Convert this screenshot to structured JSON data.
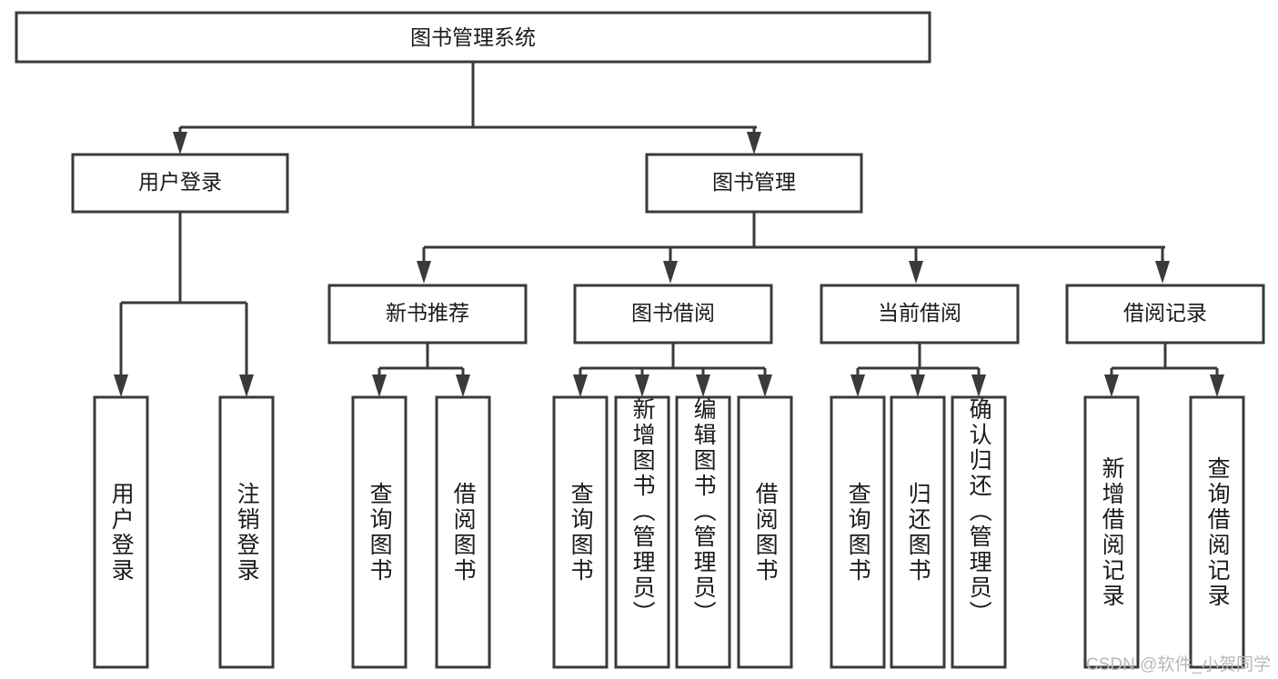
{
  "diagram": {
    "title": "图书管理系统",
    "type": "tree-hierarchy-diagram",
    "colors": {
      "stroke": "#3a3a3a",
      "box_fill": "#ffffff",
      "text": "#1a1a1a",
      "background": "#ffffff",
      "watermark": "#b8b8b8"
    },
    "root": {
      "label": "图书管理系统"
    },
    "level2": [
      {
        "label": "用户登录"
      },
      {
        "label": "图书管理"
      }
    ],
    "level3": [
      {
        "label": "新书推荐"
      },
      {
        "label": "图书借阅"
      },
      {
        "label": "当前借阅"
      },
      {
        "label": "借阅记录"
      }
    ],
    "leaves": {
      "user_login": [
        {
          "label": "用户登录"
        },
        {
          "label": "注销登录"
        }
      ],
      "new_book_recommend": [
        {
          "label": "查询图书"
        },
        {
          "label": "借阅图书"
        }
      ],
      "book_borrow": [
        {
          "label": "查询图书"
        },
        {
          "label": "新增图书（管理员）"
        },
        {
          "label": "编辑图书（管理员）"
        },
        {
          "label": "借阅图书"
        }
      ],
      "current_borrow": [
        {
          "label": "查询图书"
        },
        {
          "label": "归还图书"
        },
        {
          "label": "确认归还（管理员）"
        }
      ],
      "borrow_record": [
        {
          "label": "新增借阅记录"
        },
        {
          "label": "查询借阅记录"
        }
      ]
    },
    "watermark": "CSDN @软件_小贺同学"
  }
}
